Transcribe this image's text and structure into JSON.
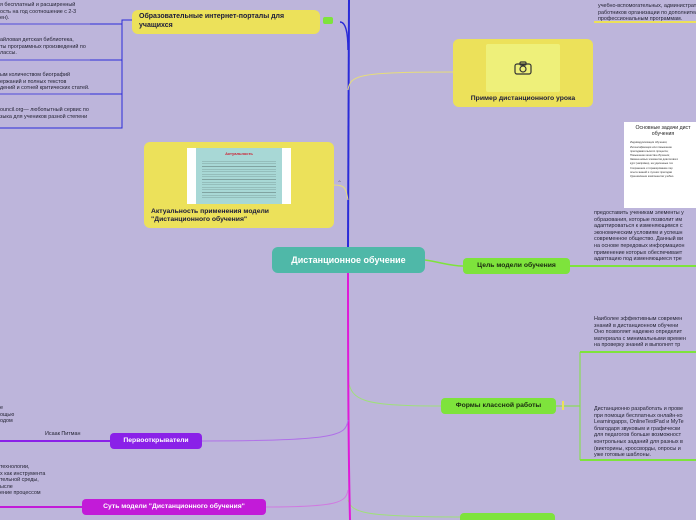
{
  "root": {
    "label": "Дистанционное обучение"
  },
  "nodes": {
    "portals": {
      "label": "Образовательные интернет-порталы для учащихся"
    },
    "example": {
      "label": "Пример дистанционного урока"
    },
    "relevance": {
      "label": "Актуальность применения модели \"Дистанционного обучения\""
    },
    "goal": {
      "label": "Цель модели обучения"
    },
    "forms": {
      "label": "Формы классной работы"
    },
    "pioneers": {
      "label": "Первооткрыватели"
    },
    "essence": {
      "label": "Суть модели \"Дистанционного обучения\""
    }
  },
  "portal_notes": [
    "я бесплатный и расширенный",
    "ость на год соотношение с 2-3",
    "ен).",
    "айловая детская библиотека,",
    "ты программных произведений по",
    "лассы.",
    "ым количеством биографий",
    "ержаний и полных текстов",
    "дений и сотней критических статей.",
    "ouncil.org— любопытный сервис по",
    "зыка для учеников разной степени"
  ],
  "top_right_note": [
    "учебно-вспомогательных, административно-хозяйственн",
    "работников организации по дополнительным",
    "профессиональным программам."
  ],
  "goal_note": [
    "предоставить ученикам элементы у",
    "образования, которые позволит им",
    "адаптироваться к изменяющимся с",
    "экономическим условиям и успешн",
    "современное общество. Данный ви",
    "на основе передовых информацион",
    "применение которых обеспечивает",
    "адаптацию под изменяющиеся тре"
  ],
  "forms_note_1": [
    "Наиболее эффективным современ",
    "знаний в дистанционном обучени",
    "Оно позволяет надежно определит",
    "материала с минимальными времен",
    "на проверку знаний и выполнят тр"
  ],
  "forms_note_2": [
    "Дистанционно разработать и прове",
    "при помощи бесплатных онлайн-ко",
    "Learningapps, OnlineTestPad и MyTe",
    "благодаря звуковым и графически",
    "для педагогов больше возможност",
    "контрольных заданий для разных в",
    "(викторины, кроссворды, опросы и",
    "уже готовые шаблоны."
  ],
  "pioneer_notes": {
    "name": "Исаак Питман",
    "left_lines": [
      "е",
      "ощью",
      "одом"
    ]
  },
  "essence_notes": [
    "технологии,",
    "х как инструмента",
    "тельной среды,",
    "ысле",
    "ение процессом"
  ],
  "doc_thumb": {
    "title_lines": [
      "Основные задачи дист",
      "обучения"
    ],
    "bullets": [
      "Индивидуализация обучения;",
      "Интенсификация или повышение",
      "преподавательского процесса;",
      "Повышение качества обучения;",
      "Замена новых элементов диалогового",
      "курс (например, на удаленные тех",
      "Сохранение и тиражирование пер",
      "опыта знаний и лучших преподав",
      "Удешевление компонентов учебно"
    ]
  },
  "relevance_thumb": {
    "title": "Актуальность"
  },
  "icon_names": {
    "example": "camera-icon"
  },
  "colors": {
    "background": "#bdb5db",
    "root": "#4fb8a8",
    "yellow_branch": "#ece15a",
    "green_branch": "#7ee33c",
    "purple_branch": "#8a21e8",
    "magenta_branch": "#c21bd8",
    "blue_line": "#2a2ad8"
  }
}
